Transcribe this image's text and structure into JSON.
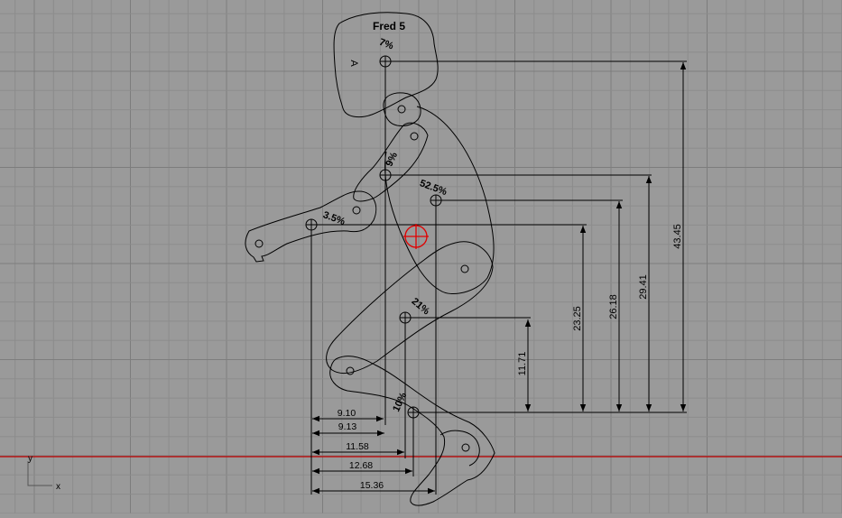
{
  "viewport": {
    "background": "#9a9a9a",
    "grid_minor_color": "#8c8c8c",
    "grid_major_color": "#7d7d7d",
    "x_axis_color": "#c00000",
    "axis_labels": {
      "y": "y",
      "x": "x"
    }
  },
  "figure": {
    "title": "Fred 5",
    "head_marker": "A",
    "percent_labels": {
      "head": "7%",
      "torso": "9%",
      "trunk": "52.5%",
      "arm": "3.5%",
      "thigh": "21%",
      "shin": "10%"
    }
  },
  "dimensions": {
    "horizontal": [
      "9.10",
      "9.13",
      "11.58",
      "12.68",
      "15.36"
    ],
    "vertical": [
      "11.71",
      "23.25",
      "26.18",
      "29.41",
      "43.45"
    ]
  },
  "colors": {
    "line": "#000000",
    "center_of_gravity": "#e00000"
  }
}
